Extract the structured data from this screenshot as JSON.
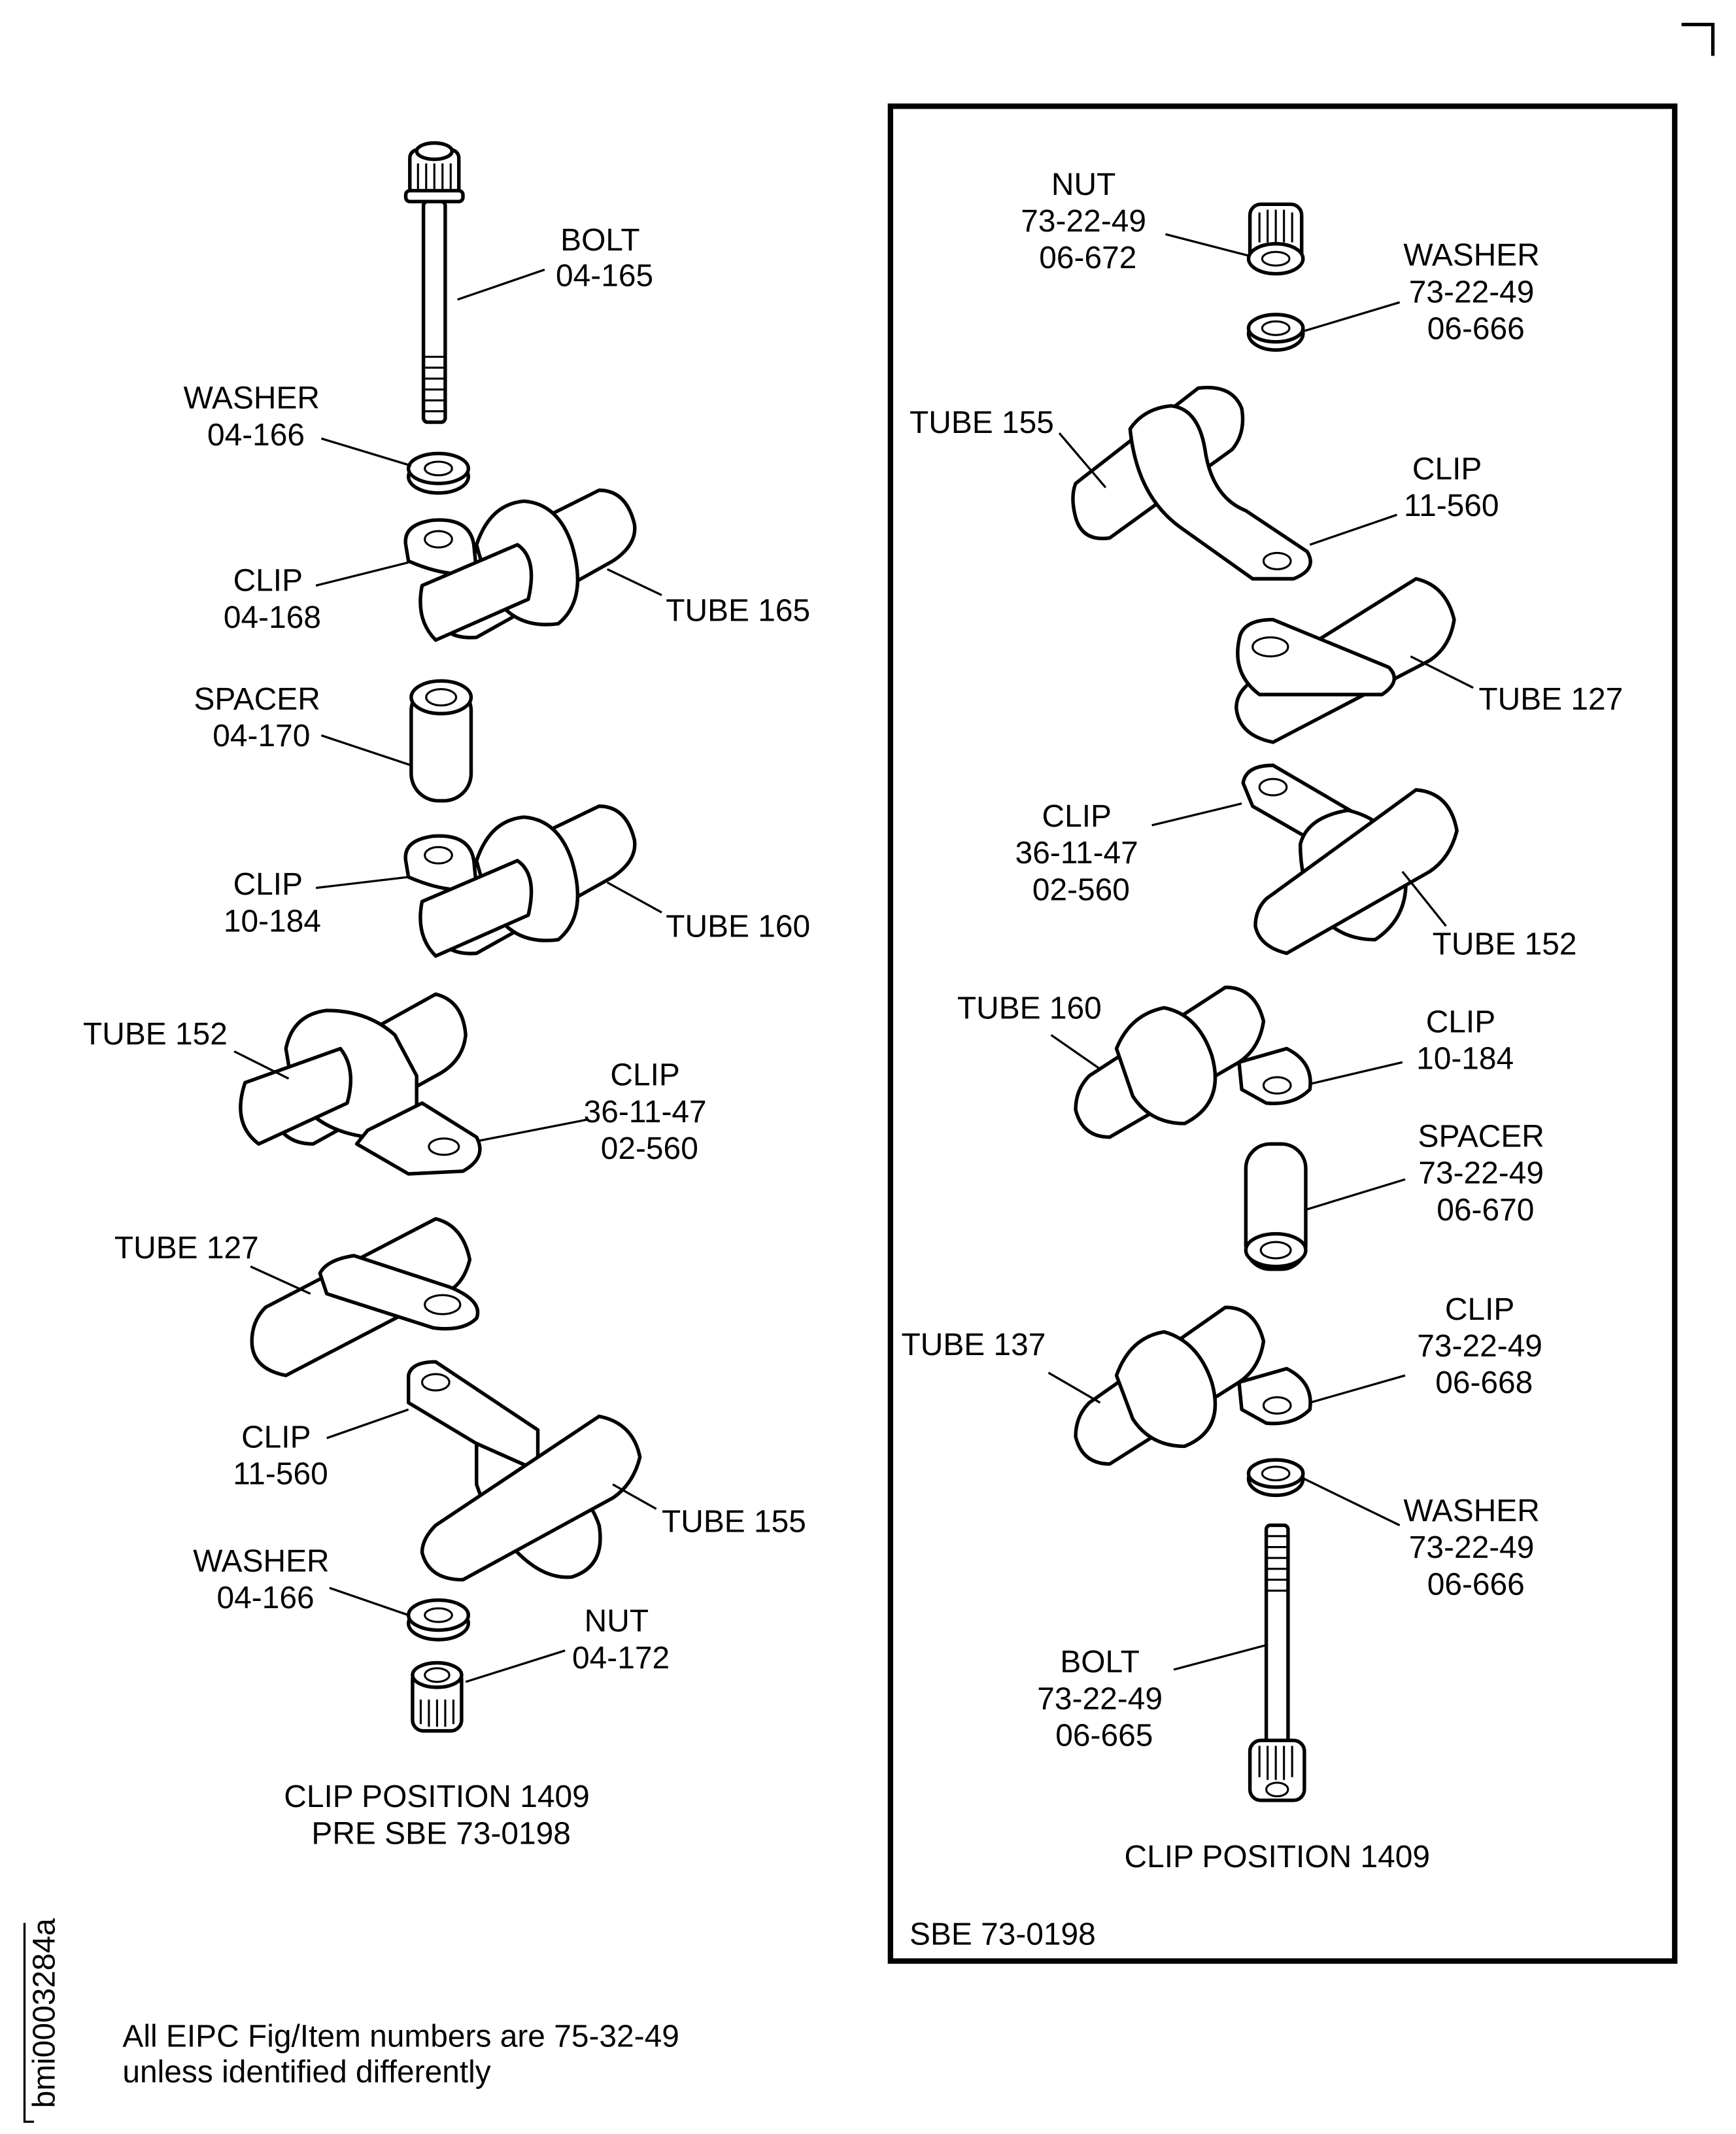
{
  "figure": {
    "drawing_id": "bmi0003284a",
    "note_lines": [
      "All EIPC Fig/Item numbers are 75-32-49",
      "unless identified differently"
    ]
  },
  "left_assembly": {
    "caption_lines": [
      "CLIP POSITION 1409",
      "PRE SBE 73-0198"
    ],
    "callouts": [
      {
        "id": "bolt",
        "lines": [
          "BOLT",
          "04-165"
        ]
      },
      {
        "id": "washer-top",
        "lines": [
          "WASHER",
          "04-166"
        ]
      },
      {
        "id": "clip-04-168",
        "lines": [
          "CLIP",
          "04-168"
        ]
      },
      {
        "id": "tube-165",
        "lines": [
          "TUBE 165"
        ]
      },
      {
        "id": "spacer",
        "lines": [
          "SPACER",
          "04-170"
        ]
      },
      {
        "id": "clip-10-184",
        "lines": [
          "CLIP",
          "10-184"
        ]
      },
      {
        "id": "tube-160",
        "lines": [
          "TUBE 160"
        ]
      },
      {
        "id": "tube-152",
        "lines": [
          "TUBE 152"
        ]
      },
      {
        "id": "clip-02-560",
        "lines": [
          "CLIP",
          "36-11-47",
          "02-560"
        ]
      },
      {
        "id": "tube-127",
        "lines": [
          "TUBE 127"
        ]
      },
      {
        "id": "clip-11-560",
        "lines": [
          "CLIP",
          "11-560"
        ]
      },
      {
        "id": "tube-155",
        "lines": [
          "TUBE 155"
        ]
      },
      {
        "id": "washer-bottom",
        "lines": [
          "WASHER",
          "04-166"
        ]
      },
      {
        "id": "nut",
        "lines": [
          "NUT",
          "04-172"
        ]
      }
    ]
  },
  "right_assembly": {
    "caption": "CLIP POSITION 1409",
    "box_label": "SBE 73-0198",
    "callouts": [
      {
        "id": "nut",
        "lines": [
          "NUT",
          "73-22-49",
          "06-672"
        ]
      },
      {
        "id": "washer-top",
        "lines": [
          "WASHER",
          "73-22-49",
          "06-666"
        ]
      },
      {
        "id": "tube-155",
        "lines": [
          "TUBE 155"
        ]
      },
      {
        "id": "clip-11-560",
        "lines": [
          "CLIP",
          "11-560"
        ]
      },
      {
        "id": "tube-127",
        "lines": [
          "TUBE 127"
        ]
      },
      {
        "id": "clip-02-560",
        "lines": [
          "CLIP",
          "36-11-47",
          "02-560"
        ]
      },
      {
        "id": "tube-152",
        "lines": [
          "TUBE 152"
        ]
      },
      {
        "id": "tube-160",
        "lines": [
          "TUBE 160"
        ]
      },
      {
        "id": "clip-10-184",
        "lines": [
          "CLIP",
          "10-184"
        ]
      },
      {
        "id": "spacer",
        "lines": [
          "SPACER",
          "73-22-49",
          "06-670"
        ]
      },
      {
        "id": "tube-137",
        "lines": [
          "TUBE 137"
        ]
      },
      {
        "id": "clip-06-668",
        "lines": [
          "CLIP",
          "73-22-49",
          "06-668"
        ]
      },
      {
        "id": "washer-bottom",
        "lines": [
          "WASHER",
          "73-22-49",
          "06-666"
        ]
      },
      {
        "id": "bolt",
        "lines": [
          "BOLT",
          "73-22-49",
          "06-665"
        ]
      }
    ]
  }
}
